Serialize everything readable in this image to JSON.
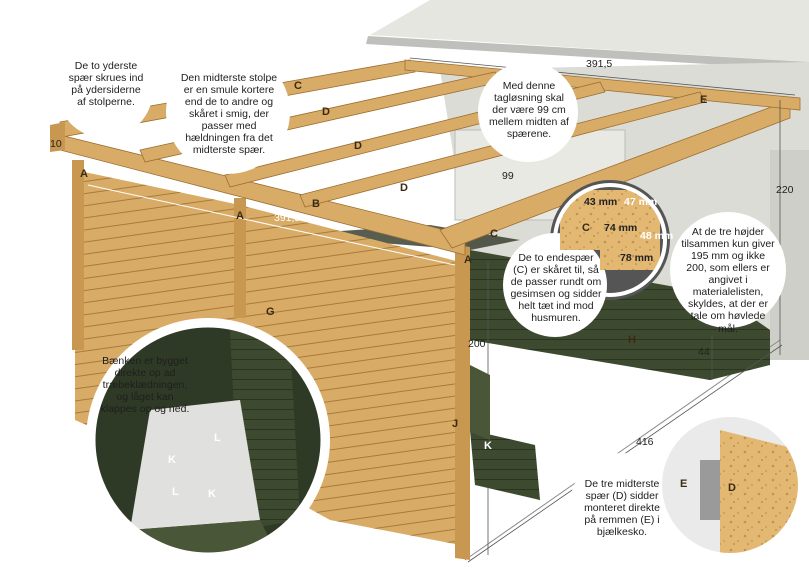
{
  "callouts": {
    "outer_rafters": "De to yderste spær skrues ind på ydersiderne af stolperne.",
    "middle_post": "Den midterste stolpe er en smule kortere end de to andre og skåret i smig, der passer med hældningen fra det midterste spær.",
    "roof_spacing": "Med denne tagløsning skal der være 99 cm mellem midten af spærene.",
    "end_rafters": "De to endespær (C) er skåret til, så de passer rundt om gesimsen og sidder helt tæt ind mod husmuren.",
    "heights": "At de tre højder tilsammen kun giver 195 mm og ikke 200, som ellers er angivet i materialelisten, skyldes, at der er tale om høvlede mål.",
    "bench": "Bænken er bygget direkte op ad træbeklædningen, og låget kan klappes op og ned.",
    "middle_rafters": "De tre midterste spær (D) sidder monteret direkte på remmen (E) i bjælkesko."
  },
  "part_letters": {
    "A": "A",
    "B": "B",
    "C": "C",
    "D": "D",
    "E": "E",
    "G": "G",
    "H": "H",
    "J": "J",
    "K": "K",
    "L": "L"
  },
  "dimensions": {
    "length_top": "391,5",
    "length_front": "391,5",
    "spacing": "99",
    "height_wall": "220",
    "height_post": "200",
    "depth": "416",
    "bench_height": "44",
    "beam_depth": "10",
    "detail_43": "43 mm",
    "detail_47": "47 mm",
    "detail_74": "74 mm",
    "detail_48": "48 mm",
    "detail_78": "78 mm"
  },
  "colors": {
    "wood": "#d8ac66",
    "wood_dark": "#b98a47",
    "osb": "#e3b873",
    "house_wall": "#dcdcd6",
    "house_shadow": "#c9c9c3",
    "ground": "#ffffff",
    "green_bench": "#3d4a30",
    "roof_dark": "#3a4130",
    "circle_border": "#ffffff",
    "dim_line": "#555555"
  }
}
